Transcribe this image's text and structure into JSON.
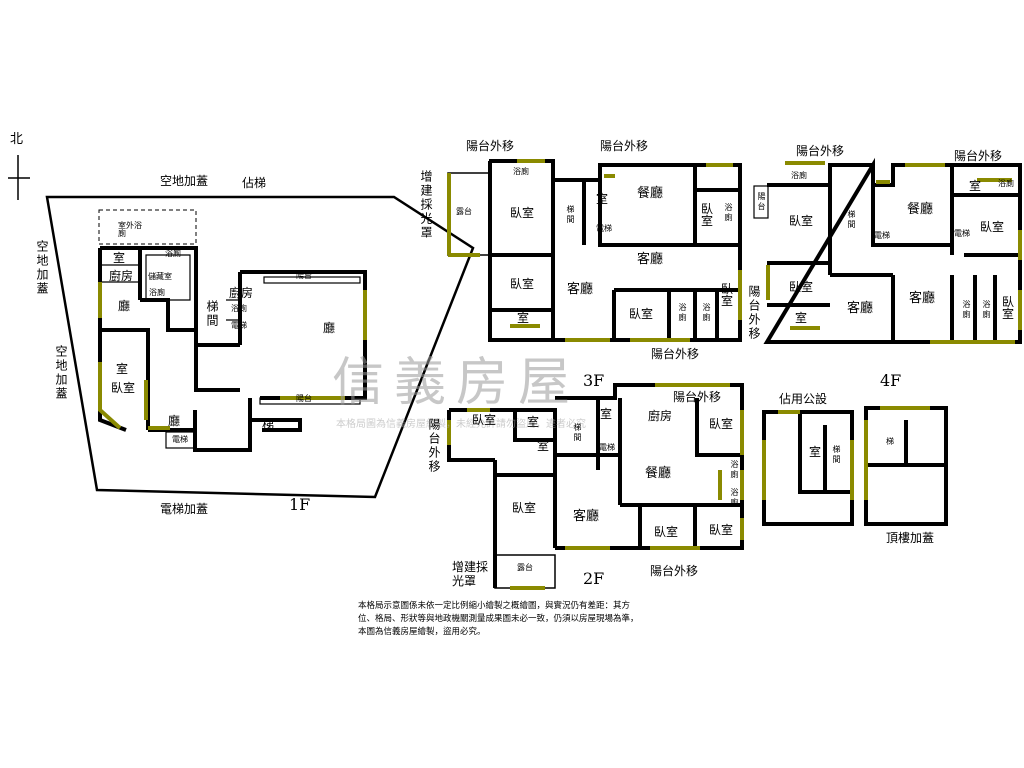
{
  "compass": {
    "north": "北"
  },
  "watermark": {
    "brand": "信義房屋",
    "disclaimer": "本格局圖為信義房屋繪製，未經允許請勿盜用，違者必究"
  },
  "floors": {
    "f1": "1F",
    "f2": "2F",
    "f3": "3F",
    "f4": "4F"
  },
  "labels_1f": {
    "empty_add": "空地加蓋",
    "occupy_stairs": "佔梯",
    "side_add": "空地加蓋",
    "side_add2": "空地加蓋",
    "outdoor_bath": "室外浴廁",
    "bath1": "浴廁",
    "room": "室",
    "kitchen": "廚房",
    "hall1": "廳",
    "storage": "儲藏室",
    "bath2": "浴廁",
    "stairs1": "梯間",
    "kitchen2": "廚房",
    "bath3": "浴廁",
    "elevator": "電梯",
    "hall_main": "廳",
    "balcony1": "陽台",
    "balcony2": "陽台",
    "room2": "室",
    "bedroom": "臥室",
    "hall2": "廳",
    "elevator2": "電梯",
    "stairs2": "梯",
    "elevator_add": "電梯加蓋"
  },
  "labels_3f": {
    "balcony_move": "陽台外移",
    "balcony_move2": "陽台外移",
    "balcony_move3": "陽台外移",
    "skylight": "增建採光罩",
    "balcony": "露台",
    "bath1": "浴廁",
    "bedroom1": "臥室",
    "stairs": "梯間",
    "room": "室",
    "elevator": "電梯",
    "dining": "餐廳",
    "bedroom2": "臥室",
    "bath2": "浴廁",
    "bedroom3": "臥室",
    "living": "客廳",
    "living2": "客廳",
    "bedroom4": "臥室",
    "bath3": "浴廁",
    "bath4": "浴廁",
    "bedroom5": "臥室",
    "room2": "室"
  },
  "labels_4f": {
    "balcony_move": "陽台外移",
    "balcony_move2": "陽台外移",
    "balcony_side": "陽台外移",
    "balcony": "陽台",
    "bath1": "浴廁",
    "bedroom1": "臥室",
    "stairs": "梯間",
    "elevator": "電梯",
    "dining": "餐廳",
    "room": "室",
    "bath2": "浴廁",
    "bedroom2": "臥室",
    "elevator2": "電梯",
    "bedroom3": "臥室",
    "room2": "室",
    "living": "客廳",
    "living2": "客廳",
    "bath3": "浴廁",
    "bath4": "浴廁",
    "bedroom4": "臥室"
  },
  "labels_2f": {
    "balcony_side": "陽台外移",
    "balcony_move_top": "陽台外移",
    "balcony_move_bottom": "陽台外移",
    "skylight": "增建採光罩",
    "bedroom1": "臥室",
    "room1": "室",
    "room2": "室",
    "stairs": "梯間",
    "room3": "室",
    "elevator": "電梯",
    "kitchen": "廚房",
    "bedroom2": "臥室",
    "bath1": "浴廁",
    "dining": "餐廳",
    "bath2": "浴廁",
    "bedroom3": "臥室",
    "balcony": "露台",
    "living": "客廳",
    "bedroom4": "臥室",
    "bedroom5": "臥室"
  },
  "labels_roof": {
    "occupy_public": "佔用公設",
    "room": "室",
    "stairs": "梯間",
    "stairs2": "梯",
    "roof_add": "頂樓加蓋"
  },
  "note": {
    "line1": "本格局示意圖係未依一定比例縮小繪製之概繪圖，與實況仍有差距：其方",
    "line2": "位、格局、形狀等與地政機關測量成果圖未必一致，仍須以房屋現場為準，",
    "line3": "本圖為信義房屋繪製，盜用必究。"
  }
}
